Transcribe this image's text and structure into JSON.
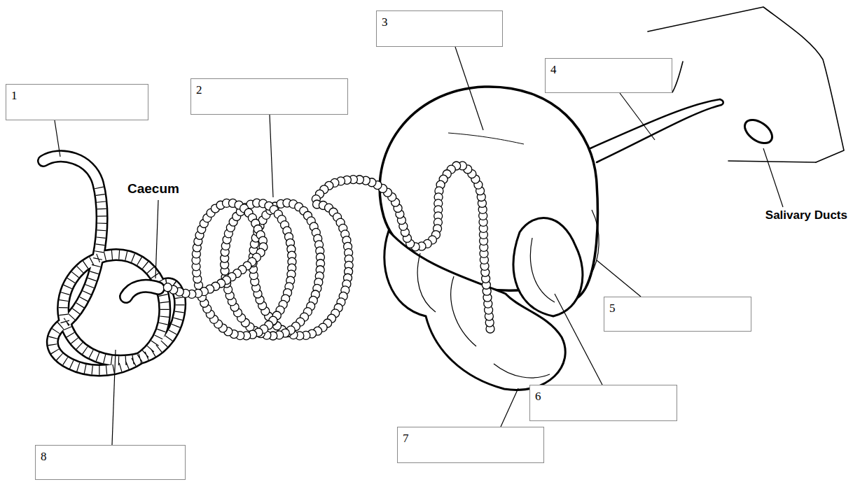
{
  "diagram": {
    "nodes": [
      {
        "text": [
          "1"
        ]
      },
      {
        "text": [
          "2"
        ]
      },
      {
        "text": [
          "3"
        ]
      },
      {
        "text": [
          "4"
        ]
      },
      {
        "text": [
          "5"
        ]
      },
      {
        "text": [
          "6"
        ]
      },
      {
        "text": [
          "7"
        ]
      },
      {
        "text": [
          "8"
        ]
      }
    ],
    "labels": [
      "Caecum",
      "Salivary Ducts"
    ]
  }
}
